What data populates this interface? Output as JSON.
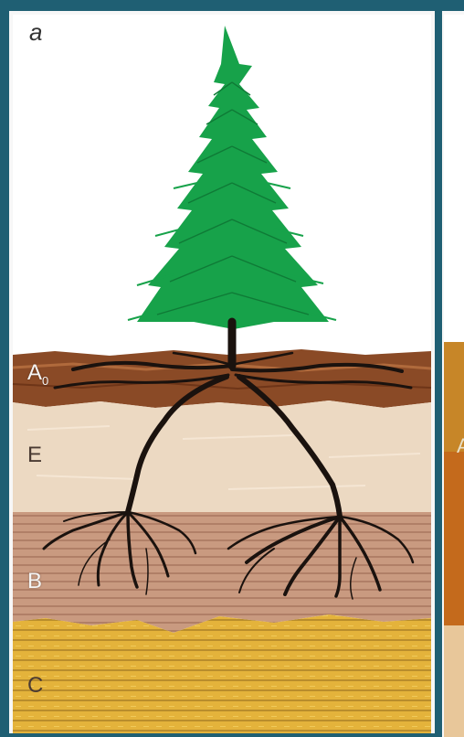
{
  "panel_letter": "a",
  "horizons": [
    {
      "base": "A",
      "sub": "0",
      "name": "horizon-a0"
    },
    {
      "base": "E",
      "sub": "",
      "name": "horizon-e"
    },
    {
      "base": "B",
      "sub": "",
      "name": "horizon-b"
    },
    {
      "base": "C",
      "sub": "",
      "name": "horizon-c"
    }
  ],
  "colors": {
    "frame": "#1f5f73",
    "sky": "#ffffff",
    "tree": "#17a24a",
    "trunk": "#1a120e",
    "a0": "#8a4a26",
    "e": "#ecd9c2",
    "b": "#c99a80",
    "c": "#e4b33b"
  },
  "side_fragment": "A"
}
